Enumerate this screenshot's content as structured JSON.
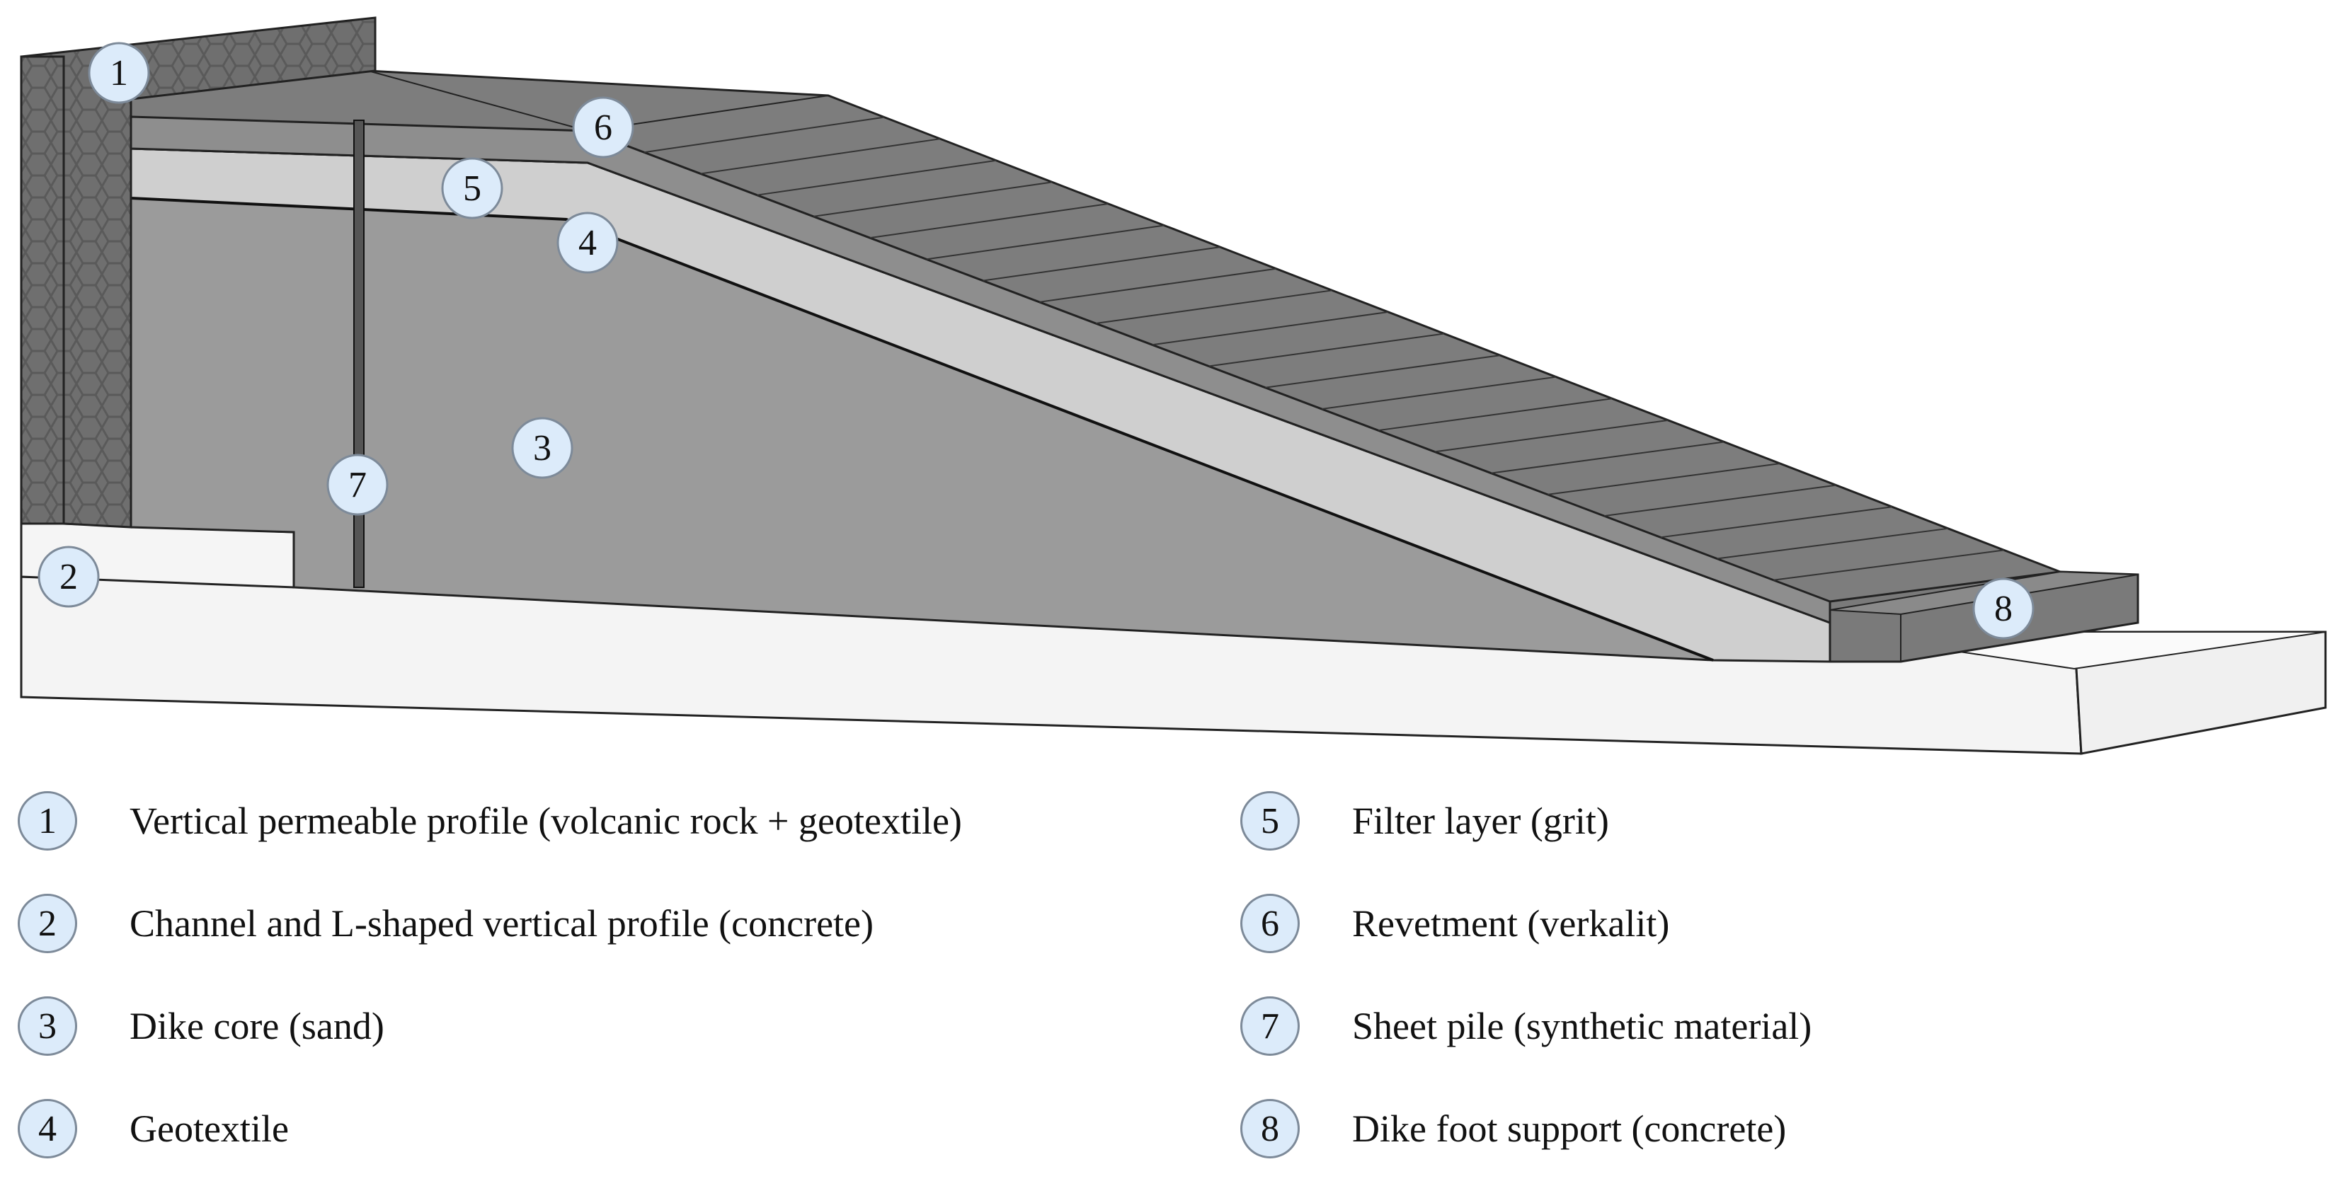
{
  "callouts": [
    "1",
    "2",
    "3",
    "4",
    "5",
    "6",
    "7",
    "8"
  ],
  "legend": [
    {
      "num": "1",
      "text": "Vertical permeable profile (volcanic rock + geotextile)"
    },
    {
      "num": "2",
      "text": "Channel and L-shaped vertical profile (concrete)"
    },
    {
      "num": "3",
      "text": "Dike core (sand)"
    },
    {
      "num": "4",
      "text": "Geotextile"
    },
    {
      "num": "5",
      "text": "Filter layer (grit)"
    },
    {
      "num": "6",
      "text": "Revetment (verkalit)"
    },
    {
      "num": "7",
      "text": "Sheet pile (synthetic material)"
    },
    {
      "num": "8",
      "text": "Dike foot support (concrete)"
    }
  ],
  "colors": {
    "concrete": "#f4f4f4",
    "core": "#9b9b9b",
    "filter": "#cfcfcf",
    "revetment": "#7f7f7f",
    "rock": "#6e6e6e",
    "callout_fill": "#dcebfa"
  }
}
